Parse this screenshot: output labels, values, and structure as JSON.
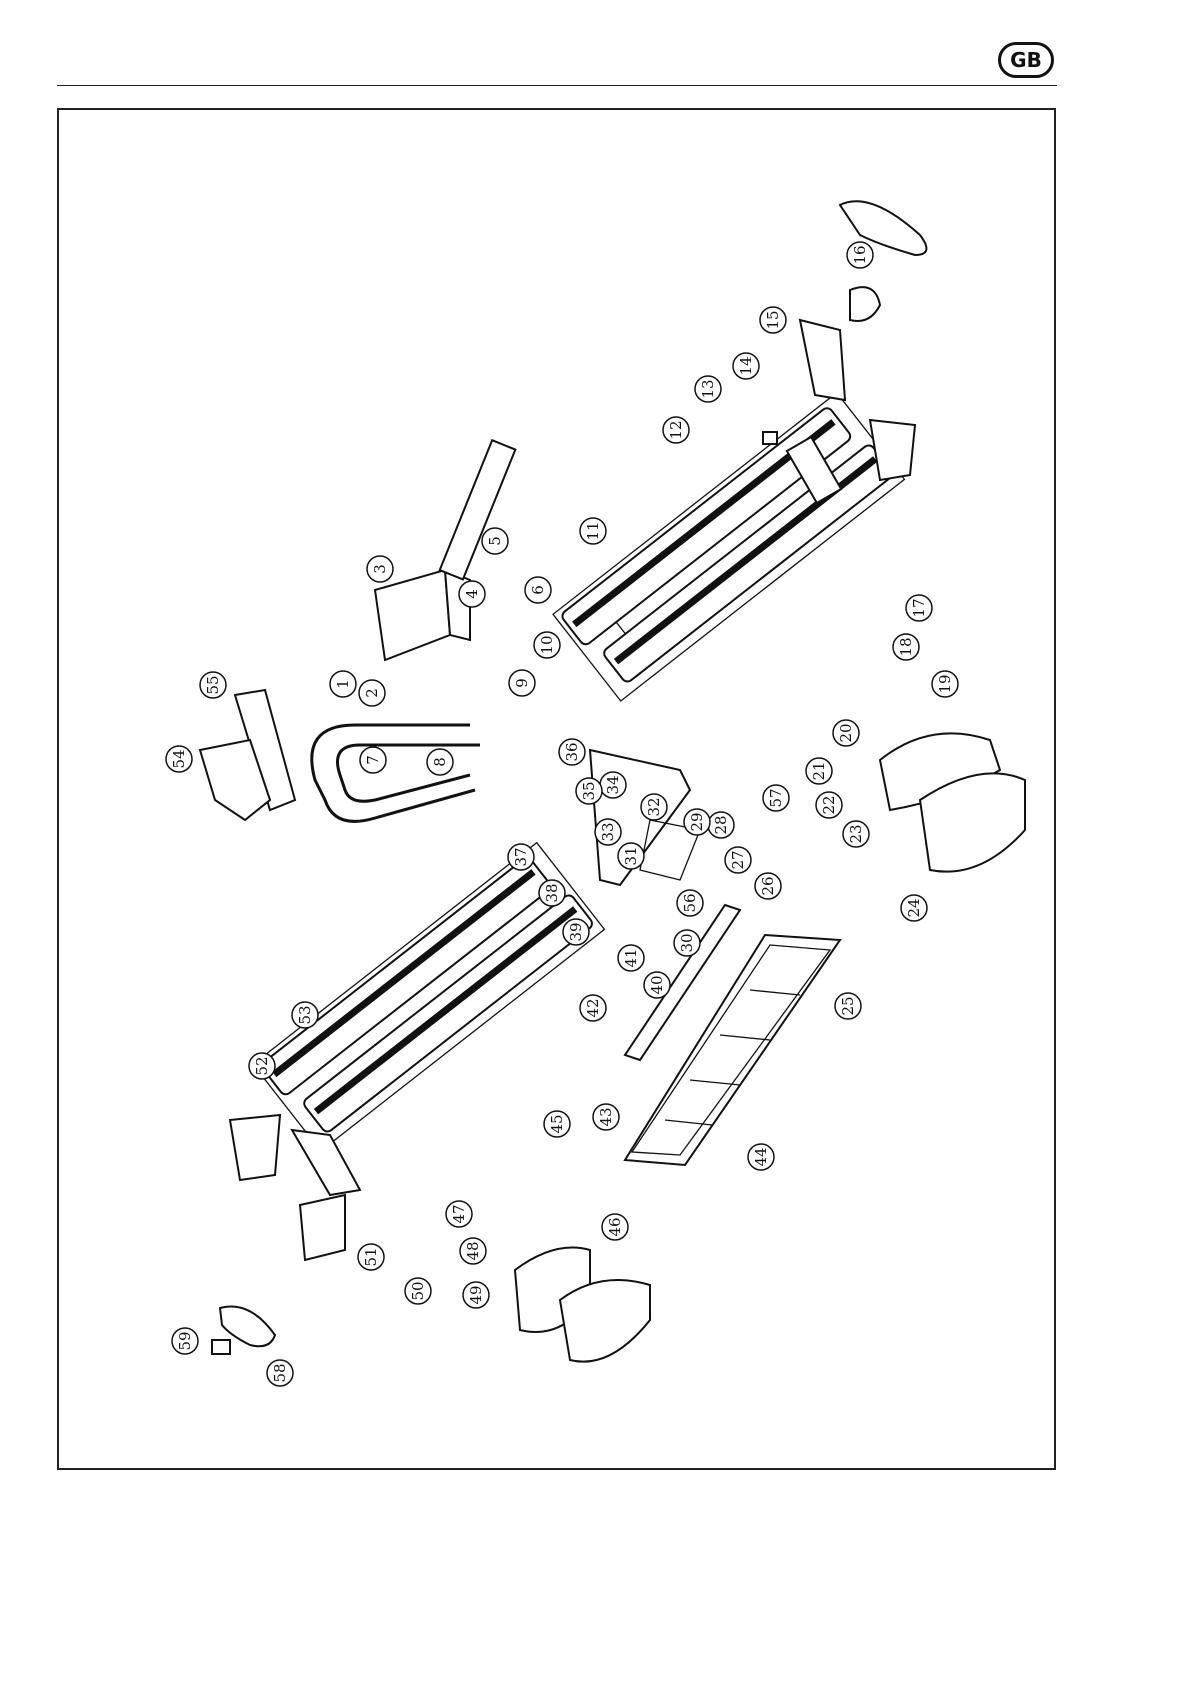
{
  "header": {
    "country_badge": "GB"
  },
  "callouts": [
    {
      "label": "1"
    },
    {
      "label": "2"
    },
    {
      "label": "3"
    },
    {
      "label": "4"
    },
    {
      "label": "5"
    },
    {
      "label": "6"
    },
    {
      "label": "7"
    },
    {
      "label": "8"
    },
    {
      "label": "9"
    },
    {
      "label": "10"
    },
    {
      "label": "11"
    },
    {
      "label": "12"
    },
    {
      "label": "13"
    },
    {
      "label": "14"
    },
    {
      "label": "15"
    },
    {
      "label": "16"
    },
    {
      "label": "17"
    },
    {
      "label": "18"
    },
    {
      "label": "19"
    },
    {
      "label": "20"
    },
    {
      "label": "21"
    },
    {
      "label": "22"
    },
    {
      "label": "23"
    },
    {
      "label": "24"
    },
    {
      "label": "25"
    },
    {
      "label": "26"
    },
    {
      "label": "27"
    },
    {
      "label": "28"
    },
    {
      "label": "29"
    },
    {
      "label": "30"
    },
    {
      "label": "31"
    },
    {
      "label": "32"
    },
    {
      "label": "33"
    },
    {
      "label": "34"
    },
    {
      "label": "35"
    },
    {
      "label": "36"
    },
    {
      "label": "37"
    },
    {
      "label": "38"
    },
    {
      "label": "39"
    },
    {
      "label": "40"
    },
    {
      "label": "41"
    },
    {
      "label": "42"
    },
    {
      "label": "43"
    },
    {
      "label": "44"
    },
    {
      "label": "45"
    },
    {
      "label": "46"
    },
    {
      "label": "47"
    },
    {
      "label": "48"
    },
    {
      "label": "49"
    },
    {
      "label": "50"
    },
    {
      "label": "51"
    },
    {
      "label": "52"
    },
    {
      "label": "53"
    },
    {
      "label": "54"
    },
    {
      "label": "55"
    },
    {
      "label": "56"
    },
    {
      "label": "57"
    },
    {
      "label": "58"
    },
    {
      "label": "59"
    }
  ]
}
